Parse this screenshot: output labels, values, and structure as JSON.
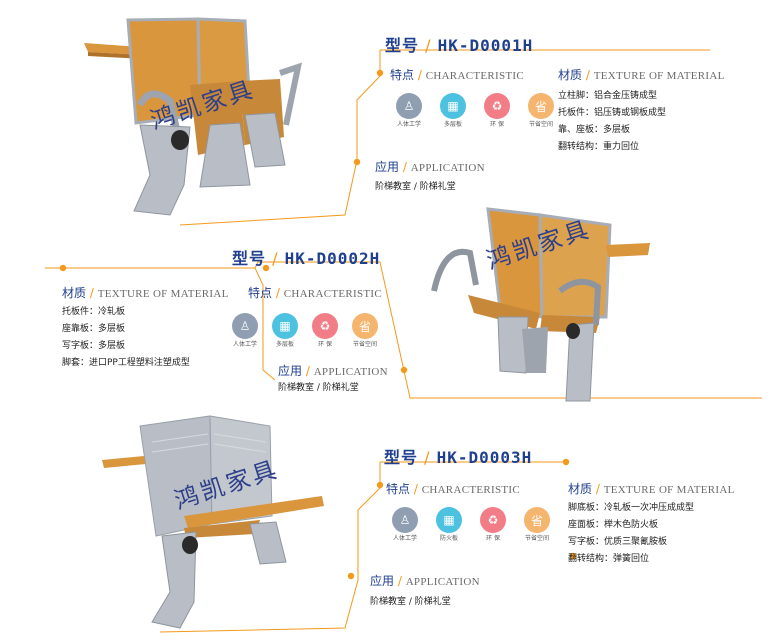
{
  "colors": {
    "accent_orange": "#f39a1b",
    "title_blue": "#1f3f8f",
    "wood": "#d9963c",
    "metal": "#b9bec6",
    "icon_human": "#8f9fb1",
    "icon_board": "#4cc1e0",
    "icon_recycle": "#f27d87",
    "icon_save": "#f5b56e"
  },
  "watermark": "鸿凯家具",
  "icons": [
    {
      "name": "human-figure-icon",
      "glyph": "♙",
      "label": "人体工学"
    },
    {
      "name": "board-icon",
      "glyph": "▦",
      "label": "多层板"
    },
    {
      "name": "recycle-icon",
      "glyph": "♻",
      "label": "环 保"
    },
    {
      "name": "save-space-icon",
      "glyph": "省",
      "label": "节省空间"
    }
  ],
  "products": [
    {
      "model_label": "型号",
      "model_code": "HK-D0001H",
      "characteristic_cn": "特点",
      "characteristic_en": "CHARACTERISTIC",
      "material_cn": "材质",
      "material_en": "TEXTURE OF MATERIAL",
      "materials": [
        "立柱脚：铝合金压铸成型",
        "托板件：铝压铸或钢板成型",
        "靠、座板：多层板",
        "翻转结构：重力回位"
      ],
      "application_cn": "应用",
      "application_en": "APPLICATION",
      "application_text": "阶梯教室 / 阶梯礼堂",
      "icon_labels": [
        "人体工学",
        "多层板",
        "环 保",
        "节省空间"
      ]
    },
    {
      "model_label": "型号",
      "model_code": "HK-D0002H",
      "characteristic_cn": "特点",
      "characteristic_en": "CHARACTERISTIC",
      "material_cn": "材质",
      "material_en": "TEXTURE OF MATERIAL",
      "materials": [
        "托板件：冷轧板",
        "座靠板：多层板",
        "写字板：多层板",
        "脚套：进口PP工程塑料注塑成型"
      ],
      "application_cn": "应用",
      "application_en": "APPLICATION",
      "application_text": "阶梯教室 / 阶梯礼堂",
      "icon_labels": [
        "人体工学",
        "多层板",
        "环 保",
        "节省空间"
      ]
    },
    {
      "model_label": "型号",
      "model_code": "HK-D0003H",
      "characteristic_cn": "特点",
      "characteristic_en": "CHARACTERISTIC",
      "material_cn": "材质",
      "material_en": "TEXTURE OF MATERIAL",
      "materials": [
        "脚底板：冷轧板一次冲压成成型",
        "座面板：榉木色防火板",
        "写字板：优质三聚氰胺板",
        "翻转结构：弹簧回位"
      ],
      "application_cn": "应用",
      "application_en": "APPLICATION",
      "application_text": "阶梯教室 / 阶梯礼堂",
      "icon_labels": [
        "人体工学",
        "防火板",
        "环 保",
        "节省空间"
      ]
    }
  ]
}
